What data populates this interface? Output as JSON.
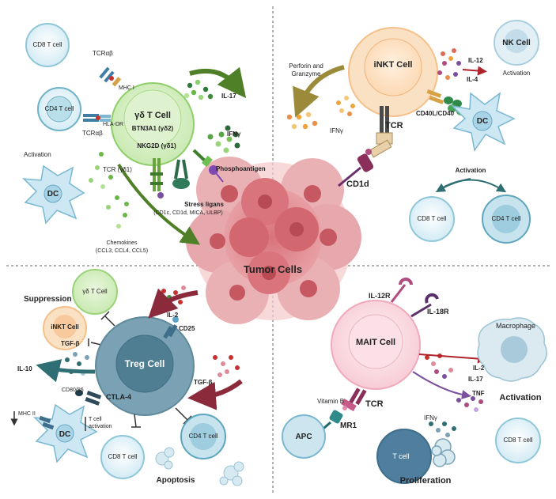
{
  "center": {
    "title": "Tumor Cells"
  },
  "gdt": {
    "cell": "γδ T Cell",
    "btn3a1": "BTN3A1 (γδ2)",
    "nkg2d": "NKG2D (γδ1)",
    "tcr": "TCR (γδ1)",
    "cd8": "CD8 T cell",
    "cd4": "CD4 T cell",
    "tcrab_top": "TCRαβ",
    "tcrab_bottom": "TCRαβ",
    "mhc1": "MHC I",
    "hladr": "HLA-DR",
    "il17": "IL-17",
    "ifng": "IFNγ",
    "phosphoantigen": "Phosphoantigen",
    "stress_title": "Stress ligans",
    "stress_sub": "(CD1c, CD1d, MICA, ULBP)",
    "chemokines_title": "Chemokines",
    "chemokines_sub": "(CCL3, CCL4, CCL5)",
    "activation": "Activation",
    "dc": "DC"
  },
  "inkt": {
    "cell": "iNKT Cell",
    "perforin_l1": "Perforin and",
    "perforin_l2": "Granzyme",
    "ifng": "IFNγ",
    "tcr": "TCR",
    "cd1d": "CD1d",
    "il12": "IL-12",
    "il4": "IL-4",
    "nk": "NK Cell",
    "nk_activation": "Activation",
    "cd40": "CD40L/CD40",
    "dc": "DC",
    "activation": "Activation",
    "cd8": "CD8 T cell",
    "cd4": "CD4 T cell"
  },
  "treg": {
    "suppression": "Suppression",
    "gdt": "γδ T Cell",
    "inkt": "iNKT Cell",
    "cell": "Treg Cell",
    "il2": "IL-2",
    "cd25": "CD25",
    "tgfb_left": "TGF-β",
    "il10": "IL-10",
    "tgfb_right": "TGF-β",
    "ctla4": "CTLA-4",
    "cd80": "CD80/86",
    "mhc2": "MHC II",
    "tcell_act_l1": "T cell",
    "tcell_act_l2": "activation",
    "dc": "DC",
    "cd8": "CD8 T cell",
    "cd4": "CD4 T cell",
    "apoptosis": "Apoptosis"
  },
  "mait": {
    "il12r": "IL-12R",
    "il18r": "IL-18R",
    "cell": "MAIT Cell",
    "macrophage": "Macrophage",
    "il2": "IL-2",
    "il17": "IL-17",
    "activation": "Activation",
    "tnf": "TNF",
    "ifng": "IFNγ",
    "vitb": "Vitamin B",
    "tcr": "TCR",
    "mr1": "MR1",
    "apc": "APC",
    "tcell": "T cell",
    "cd8": "CD8 T cell",
    "proliferation": "Proliferation"
  }
}
